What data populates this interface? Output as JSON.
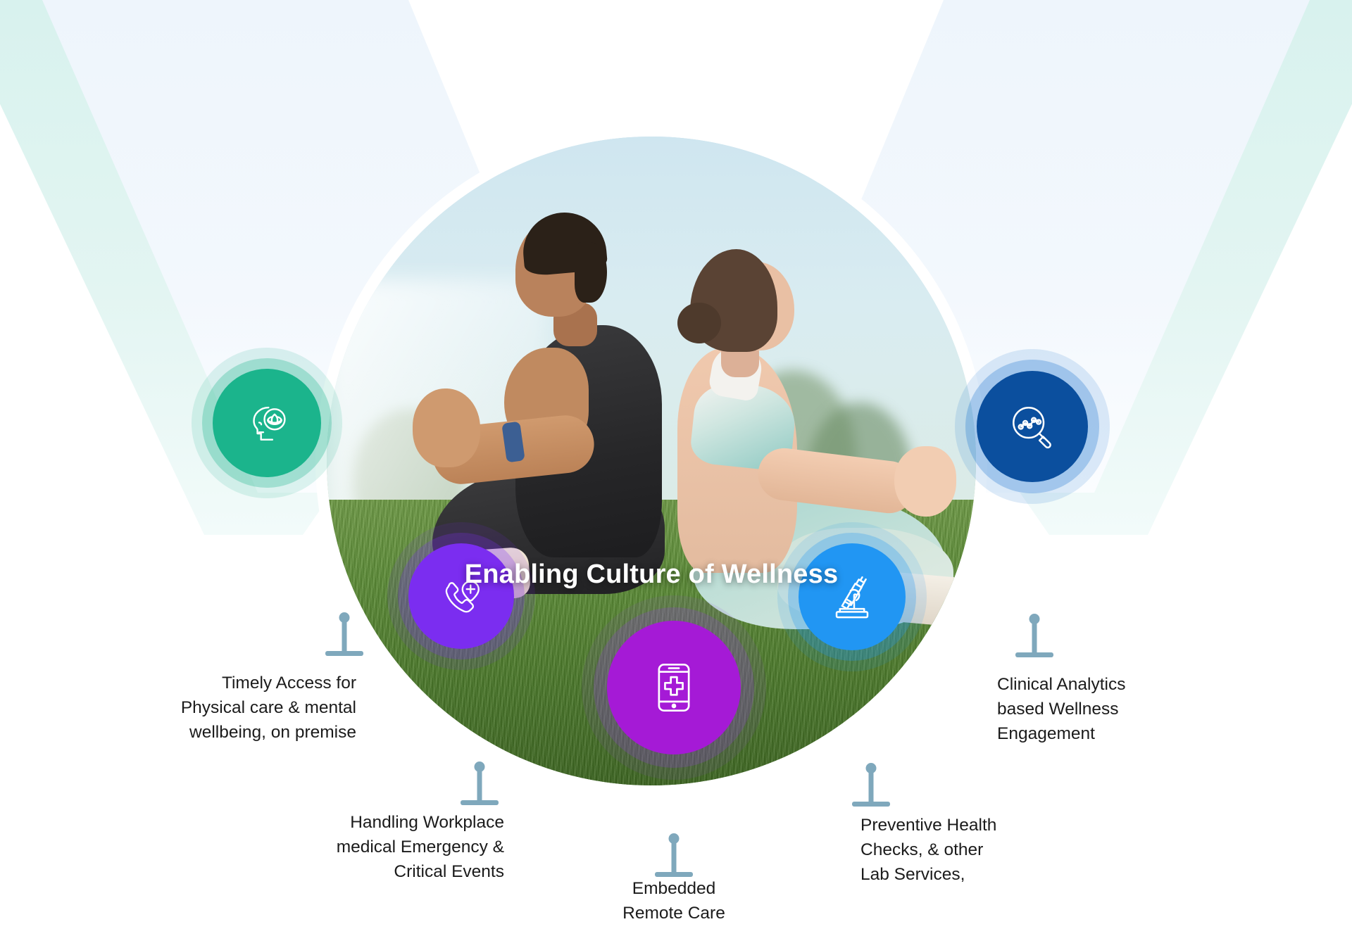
{
  "page": {
    "headline": "Enabling Culture\nof Wellness",
    "background_colors": {
      "mint_wedge": "#d8f2ee",
      "blue_wedge": "#eef5fc",
      "page": "#ffffff"
    },
    "connector_color": "#7fa8bc"
  },
  "nodes": [
    {
      "id": "timely-access",
      "icon": "head-lotus-icon",
      "icon_title": "Head profile with lotus flower",
      "core_color": "#1bb48c",
      "halo_mid_color": "rgba(27,180,140,0.30)",
      "halo_outer_color": "rgba(27,180,140,0.14)",
      "label": "Timely Access for\nPhysical care & mental\nwellbeing, on premise",
      "align": "right"
    },
    {
      "id": "workplace-emergency",
      "icon": "phone-medical-pin-icon",
      "icon_title": "Telephone handset with medical cross location pin",
      "core_color": "#7b2df0",
      "halo_mid_color": "rgba(123,45,240,0.26)",
      "halo_outer_color": "rgba(123,45,240,0.12)",
      "label": "Handling Workplace\nmedical Emergency &\nCritical Events",
      "align": "right"
    },
    {
      "id": "embedded-remote-care",
      "icon": "smartphone-medical-cross-icon",
      "icon_title": "Smartphone with medical cross",
      "core_color": "#a51ad6",
      "halo_mid_color": "rgba(148,60,220,0.24)",
      "halo_outer_color": "rgba(148,60,220,0.11)",
      "label": "Embedded\nRemote Care",
      "align": "center"
    },
    {
      "id": "preventive-health-checks",
      "icon": "microscope-icon",
      "icon_title": "Laboratory microscope",
      "core_color": "#2196f3",
      "halo_mid_color": "rgba(33,150,243,0.28)",
      "halo_outer_color": "rgba(33,150,243,0.13)",
      "label": "Preventive Health\nChecks, & other\nLab Services,",
      "align": "left"
    },
    {
      "id": "clinical-analytics",
      "icon": "magnifier-analytics-icon",
      "icon_title": "Magnifying glass over a line chart",
      "core_color": "#0b4f9e",
      "halo_mid_color": "rgba(33,120,210,0.30)",
      "halo_outer_color": "rgba(33,120,210,0.15)",
      "label": "Clinical Analytics\nbased Wellness\nEngagement",
      "align": "left"
    }
  ]
}
